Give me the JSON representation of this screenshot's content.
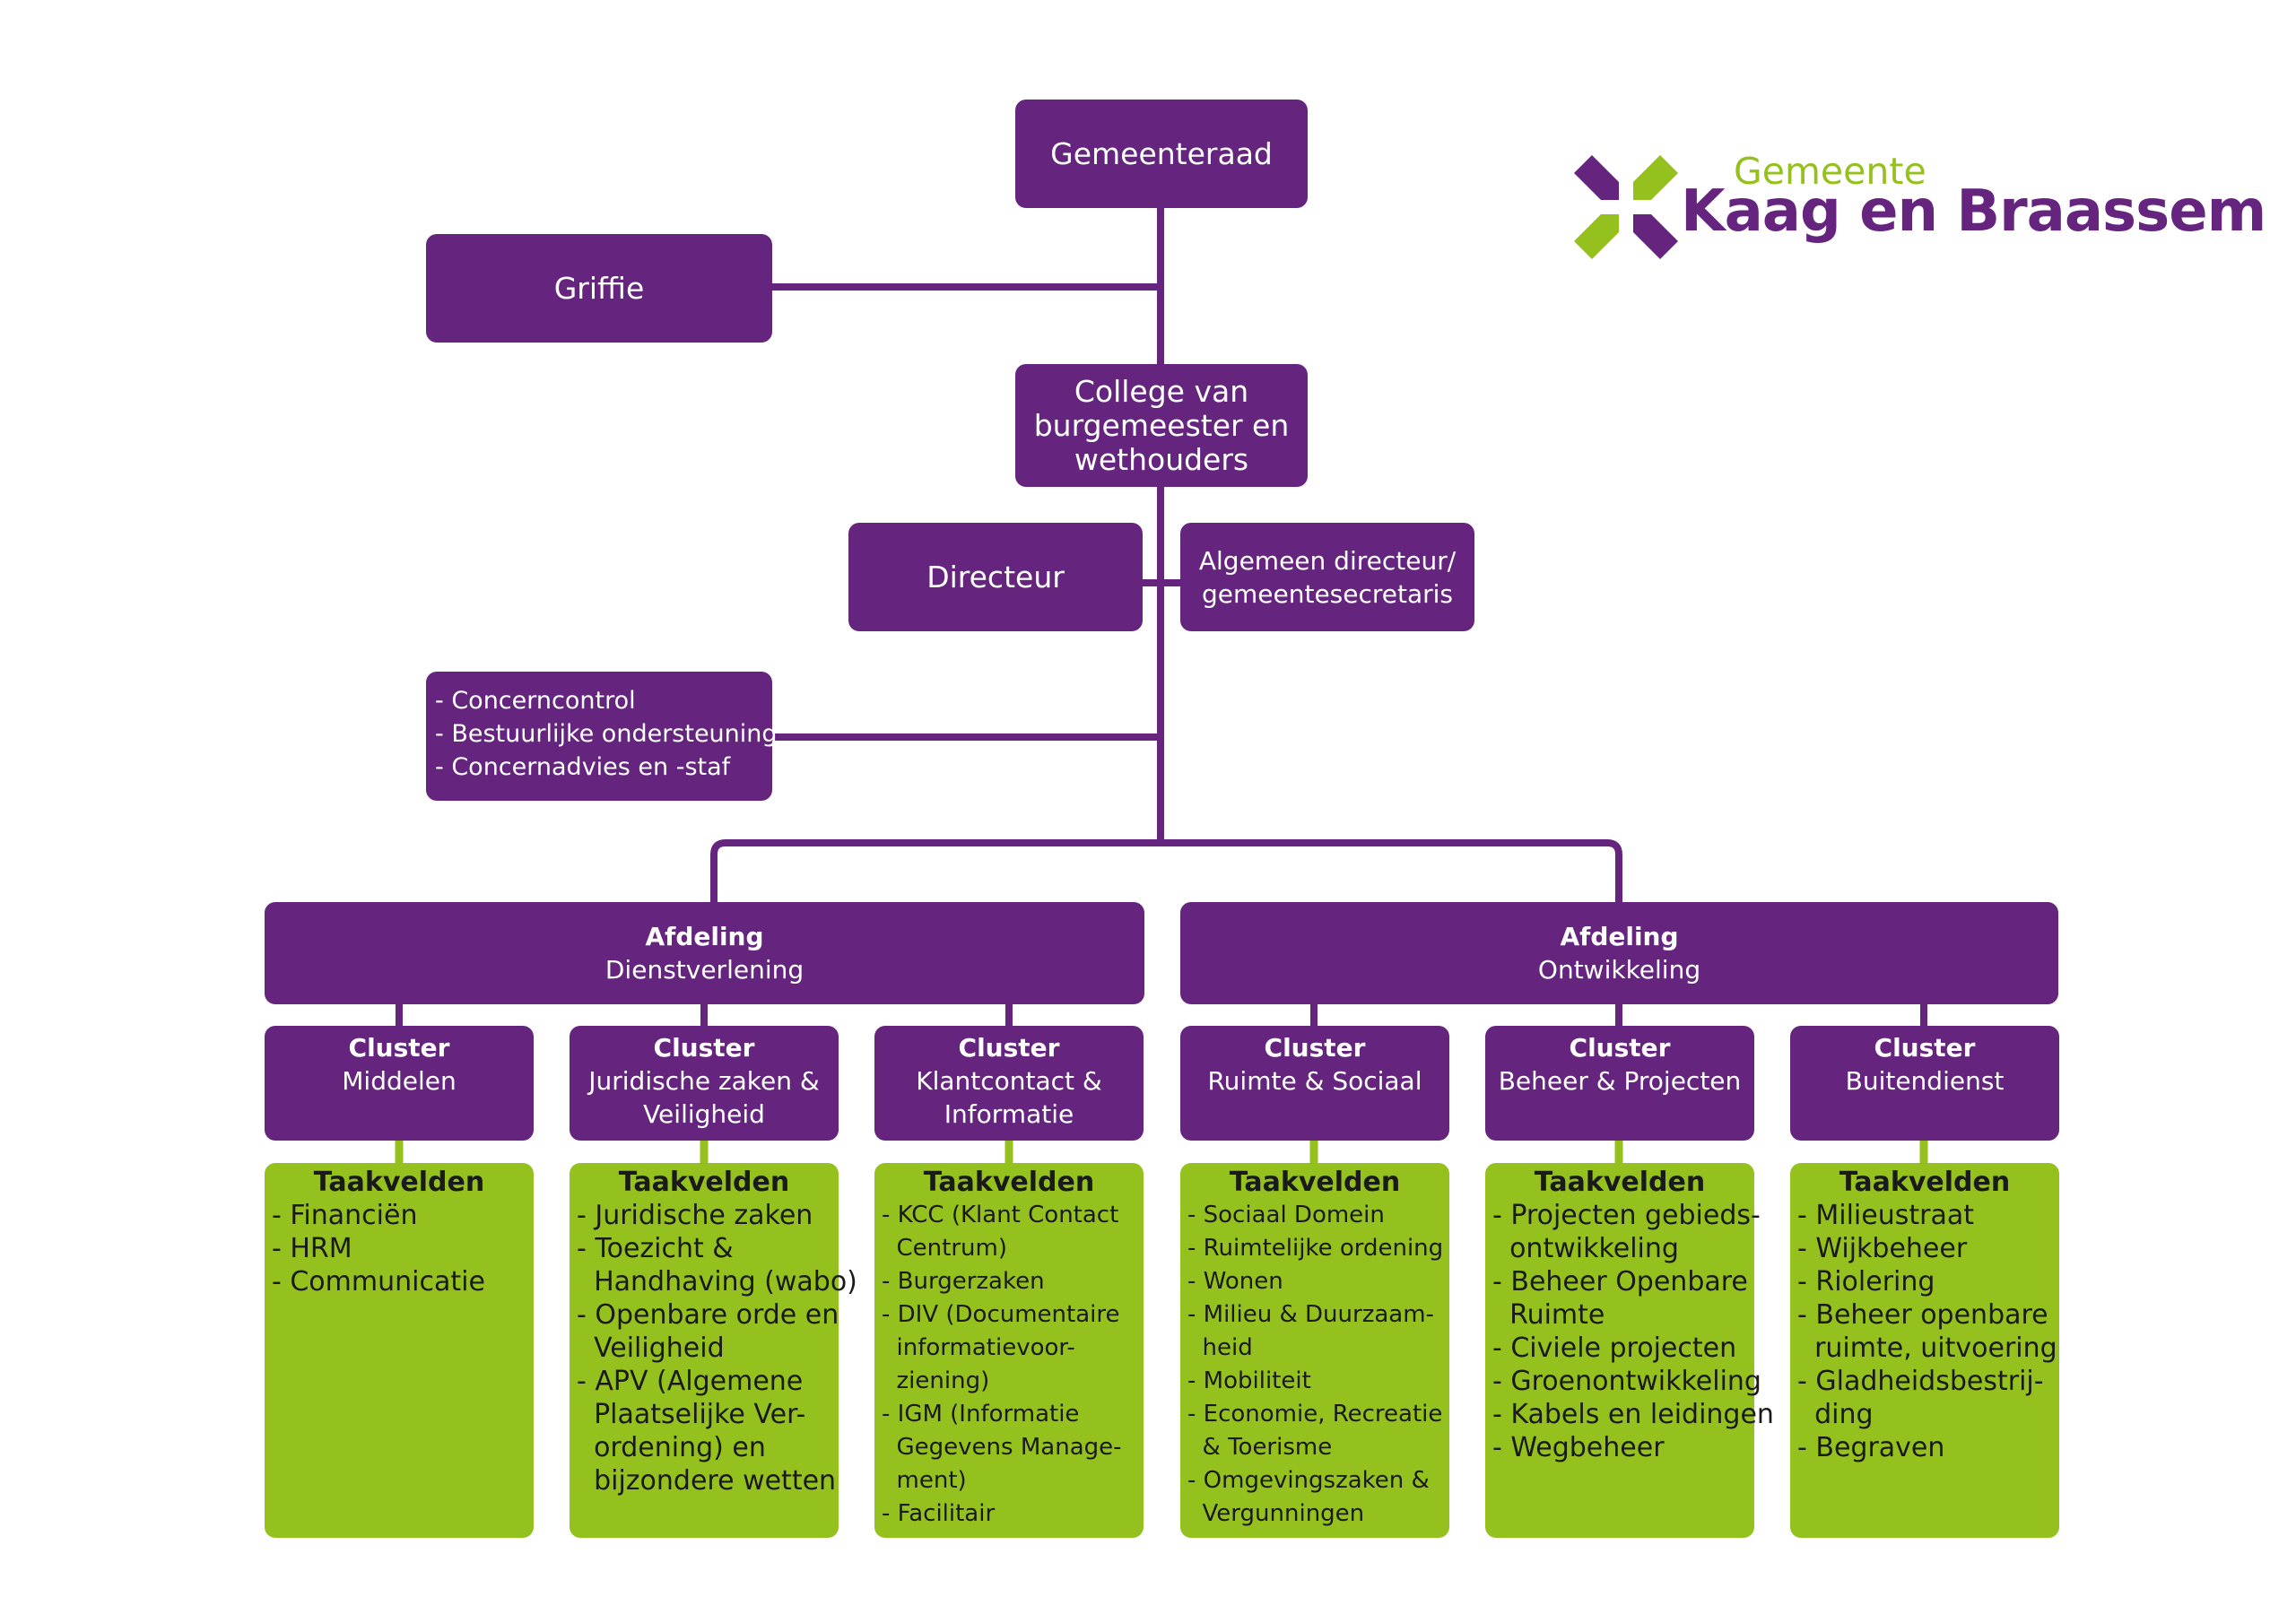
{
  "logo": {
    "line1": "Gemeente",
    "line2": "Kaag en Braassem",
    "colors": {
      "purple": "#65257f",
      "green": "#95c11f"
    }
  },
  "top": {
    "gemeenteraad": "Gemeenteraad",
    "griffie": "Griffie",
    "college": [
      "College van",
      "burgemeester en",
      "wethouders"
    ],
    "directeur": "Directeur",
    "algemeen_directeur": [
      "Algemeen directeur/",
      "gemeentesecretaris"
    ],
    "staff": [
      "- Concerncontrol",
      "- Bestuurlijke ondersteuning",
      "- Concernadvies en -staf"
    ]
  },
  "afdelingen": [
    {
      "title": "Afdeling",
      "name": "Dienstverlening"
    },
    {
      "title": "Afdeling",
      "name": "Ontwikkeling"
    }
  ],
  "clusters": [
    {
      "title": "Cluster",
      "lines": [
        "Middelen"
      ]
    },
    {
      "title": "Cluster",
      "lines": [
        "Juridische zaken &",
        "Veiligheid"
      ]
    },
    {
      "title": "Cluster",
      "lines": [
        "Klantcontact &",
        "Informatie"
      ]
    },
    {
      "title": "Cluster",
      "lines": [
        "Ruimte & Sociaal"
      ]
    },
    {
      "title": "Cluster",
      "lines": [
        "Beheer & Projecten"
      ]
    },
    {
      "title": "Cluster",
      "lines": [
        "Buitendienst"
      ]
    }
  ],
  "taakvelden": [
    {
      "heading": "Taakvelden",
      "items": [
        "- Financiën",
        "- HRM",
        "- Communicatie"
      ]
    },
    {
      "heading": "Taakvelden",
      "items": [
        "- Juridische zaken",
        "- Toezicht &",
        "  Handhaving (wabo)",
        "- Openbare orde en",
        "  Veiligheid",
        "- APV (Algemene",
        "  Plaatselijke Ver-",
        "  ordening) en",
        "  bijzondere wetten"
      ]
    },
    {
      "heading": "Taakvelden",
      "items": [
        "- KCC (Klant Contact",
        "  Centrum)",
        "- Burgerzaken",
        "- DIV (Documentaire",
        "  informatievoor-",
        "  ziening)",
        "- IGM (Informatie",
        "  Gegevens Manage-",
        "  ment)",
        "- Facilitair"
      ]
    },
    {
      "heading": "Taakvelden",
      "items": [
        "- Sociaal Domein",
        "- Ruimtelijke ordening",
        "- Wonen",
        "- Milieu & Duurzaam-",
        "  heid",
        "- Mobiliteit",
        "- Economie, Recreatie",
        "  & Toerisme",
        "- Omgevingszaken &",
        "  Vergunningen"
      ]
    },
    {
      "heading": "Taakvelden",
      "items": [
        "- Projecten gebieds-",
        "  ontwikkeling",
        "- Beheer Openbare",
        "  Ruimte",
        "- Civiele projecten",
        "- Groenontwikkeling",
        "- Kabels en leidingen",
        "- Wegbeheer"
      ]
    },
    {
      "heading": "Taakvelden",
      "items": [
        "- Milieustraat",
        "- Wijkbeheer",
        "- Riolering",
        "- Beheer openbare",
        "  ruimte, uitvoering",
        "- Gladheidsbestrij-",
        "  ding",
        "- Begraven"
      ]
    }
  ]
}
